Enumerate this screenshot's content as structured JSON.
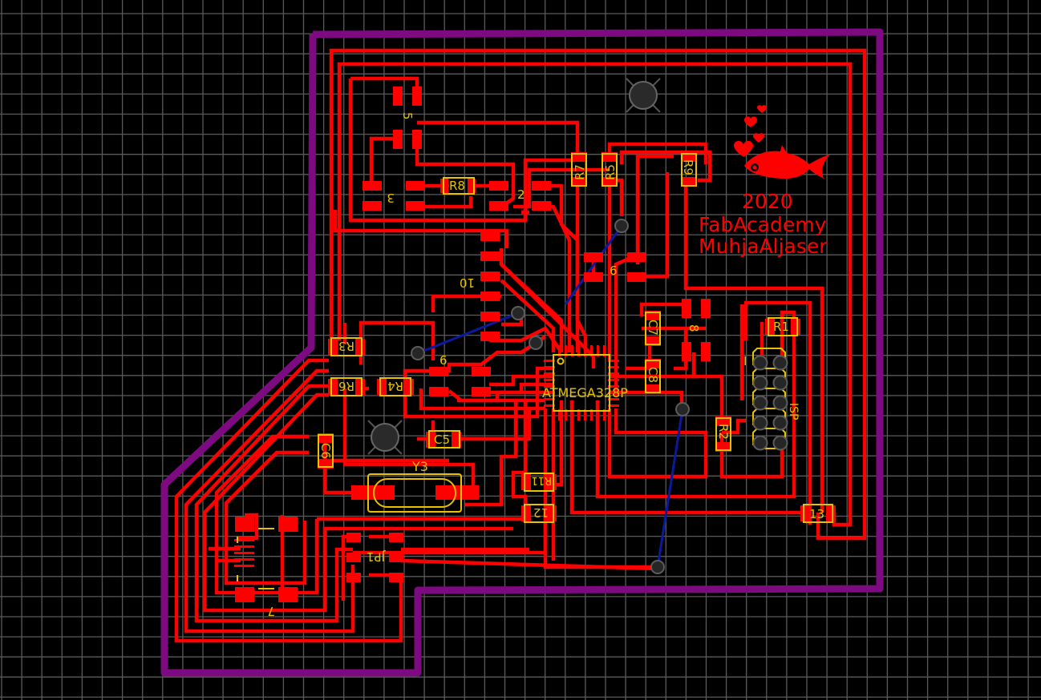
{
  "app": "PCB board layout editor",
  "board": {
    "background_color": "#000000",
    "grid_color": "#5a5a5a",
    "outline_color": "#7e0a82",
    "top_copper_color": "#ff0000",
    "silkscreen_color": "#e6c200",
    "airwire_color": "#0a1aa0"
  },
  "components": {
    "mcu": "ATMEGA328P",
    "crystal": "Y3",
    "isp_header": "ISP",
    "isp_pin1_marker": "I",
    "jumper": "JP1",
    "resistors": [
      "R1",
      "R2",
      "R3",
      "R4",
      "R5",
      "R6",
      "R7",
      "R8",
      "R9",
      "R11"
    ],
    "capacitors": [
      "C5",
      "C6",
      "C7",
      "C8"
    ],
    "pads": [
      "12",
      "13"
    ],
    "part_numbers": [
      "2",
      "3",
      "5",
      "6",
      "7",
      "8",
      "9",
      "10"
    ]
  },
  "artwork": {
    "year": "2020",
    "line1": "FabAcademy",
    "line2": "MuhjaAljaser",
    "icon": "fish-with-hearts-icon"
  }
}
